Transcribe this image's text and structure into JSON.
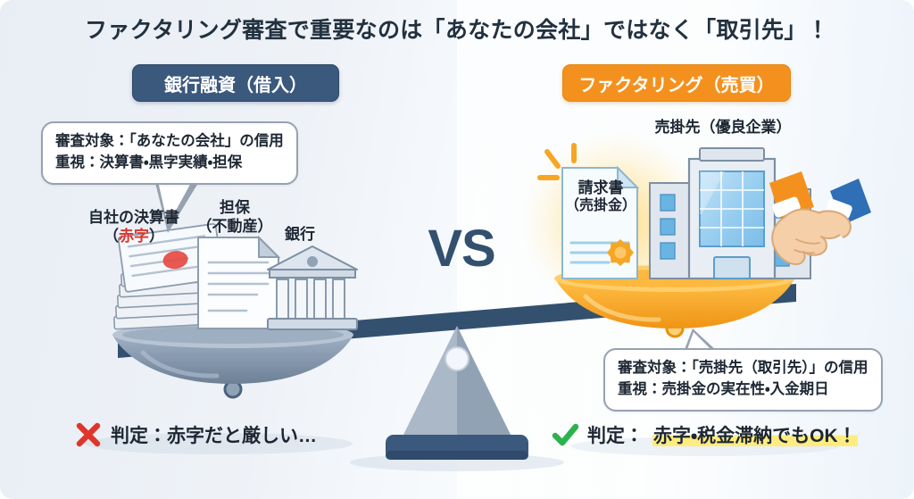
{
  "title": "ファクタリング審査で重要なのは「あなたの会社」ではなく「取引先」！",
  "vs_label": "VS",
  "colors": {
    "navy": "#3b587d",
    "orange": "#f4911e",
    "red": "#e0352b",
    "green": "#2bb24c",
    "highlight": "#ffec80",
    "background": "#eef2f7"
  },
  "left_side": {
    "badge": "銀行融資（借入）",
    "bubble": {
      "line1": "審査対象：「あなたの会社」の信用",
      "line2": "重視：決算書・黒字実績・担保"
    },
    "captions": {
      "financials_main": "自社の決算書",
      "financials_sub_open": "（",
      "financials_sub_red": "赤字",
      "financials_sub_close": "）",
      "collateral_main": "担保",
      "collateral_sub": "（不動産）",
      "bank": "銀行"
    },
    "verdict": {
      "icon": "cross-icon",
      "text": "判定：赤字だと厳しい…"
    },
    "scale_items": [
      "paper-stack-icon",
      "document-icon",
      "bank-building-icon"
    ]
  },
  "right_side": {
    "badge": "ファクタリング（売買）",
    "bubble": {
      "line1": "審査対象：「売掛先（取引先）」の信用",
      "line2": "重視：売掛金の実在性・入金期日"
    },
    "captions": {
      "client": "売掛先（優良企業）"
    },
    "invoice": {
      "line1": "請求書",
      "line2": "（売掛金）"
    },
    "verdict": {
      "icon": "check-icon",
      "text_plain": "判定：",
      "text_highlight": "赤字・税金滞納でもOK！"
    },
    "scale_items": [
      "invoice-icon",
      "office-building-icon",
      "handshake-icon"
    ]
  }
}
